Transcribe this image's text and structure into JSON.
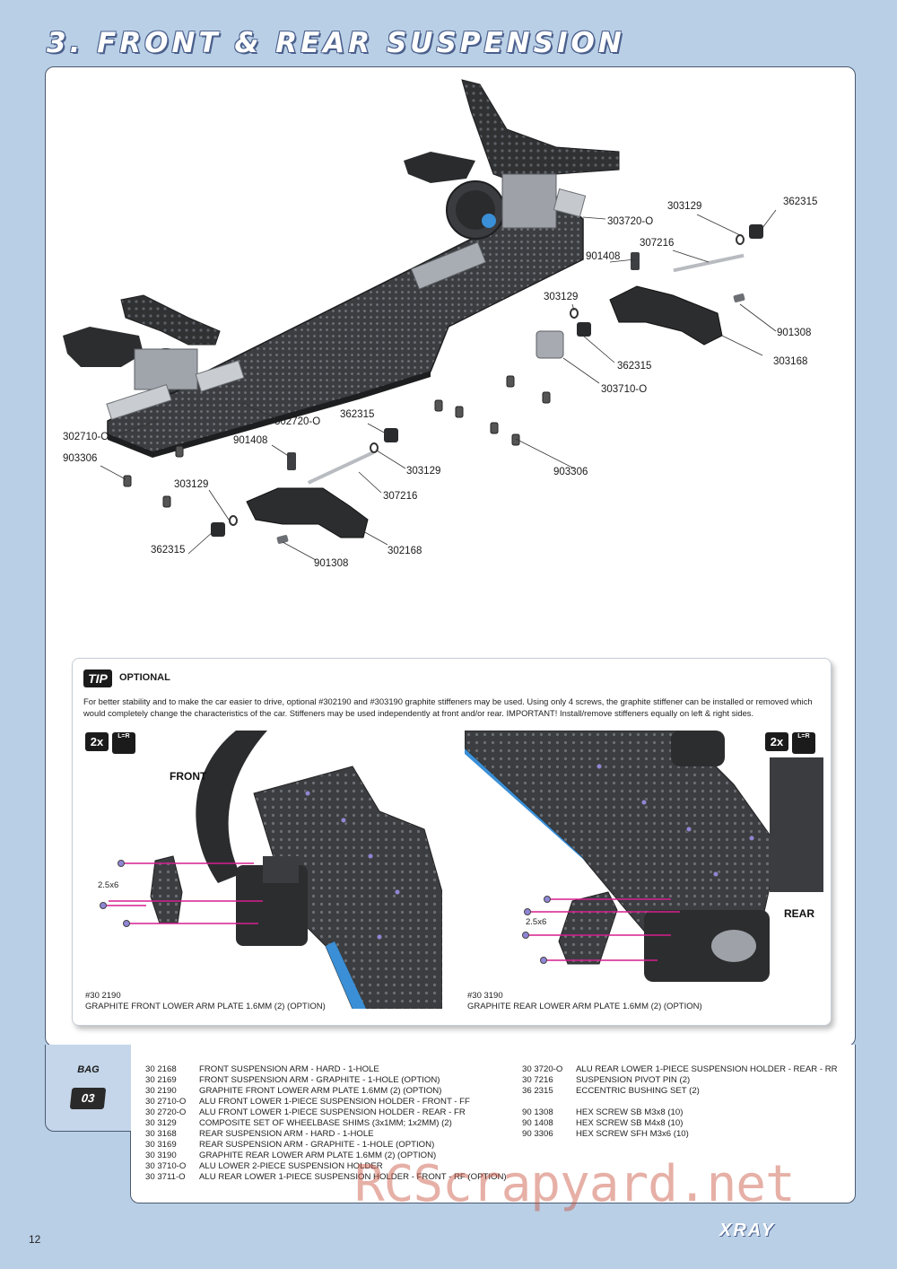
{
  "page": {
    "title": "3. FRONT & REAR SUSPENSION",
    "page_number": "12",
    "brand": "XRAY",
    "watermark": "RCScrapyard.net"
  },
  "diagram": {
    "callouts": [
      {
        "id": "c1",
        "label": "362315"
      },
      {
        "id": "c2",
        "label": "303129"
      },
      {
        "id": "c3",
        "label": "303720-O"
      },
      {
        "id": "c4",
        "label": "307216"
      },
      {
        "id": "c5",
        "label": "901408"
      },
      {
        "id": "c6",
        "label": "303129"
      },
      {
        "id": "c7",
        "label": "901308"
      },
      {
        "id": "c8",
        "label": "362315"
      },
      {
        "id": "c9",
        "label": "303168"
      },
      {
        "id": "c10",
        "label": "303710-O"
      },
      {
        "id": "c11",
        "label": "302720-O"
      },
      {
        "id": "c12",
        "label": "362315"
      },
      {
        "id": "c13",
        "label": "302710-O"
      },
      {
        "id": "c14",
        "label": "901408"
      },
      {
        "id": "c15",
        "label": "303129"
      },
      {
        "id": "c16",
        "label": "903306"
      },
      {
        "id": "c17",
        "label": "903306"
      },
      {
        "id": "c18",
        "label": "303129"
      },
      {
        "id": "c19",
        "label": "307216"
      },
      {
        "id": "c20",
        "label": "362315"
      },
      {
        "id": "c21",
        "label": "302168"
      },
      {
        "id": "c22",
        "label": "901308"
      }
    ]
  },
  "tip": {
    "badge": "TIP",
    "heading": "OPTIONAL",
    "text": "For better stability and to make the car easier to drive, optional #302190 and #303190 graphite stiffeners may be used. Using only 4 screws, the graphite stiffener  can be installed or removed which would completely change the characteristics of the car. Stiffeners may be used independently at front and/or rear.  IMPORTANT!   Install/remove stiffeners equally on left & right sides.",
    "left_photo": {
      "qty_badge": "2x",
      "lr_badge": "L=R",
      "direction_label": "FRONT",
      "screw_label": "2.5x6",
      "caption_code": "#30 2190",
      "caption_desc": "GRAPHITE FRONT LOWER ARM PLATE 1.6MM (2) (OPTION)"
    },
    "right_photo": {
      "qty_badge": "2x",
      "lr_badge": "L=R",
      "direction_label": "REAR",
      "screw_label": "2.5x6",
      "caption_code": "#30 3190",
      "caption_desc": "GRAPHITE REAR LOWER ARM PLATE 1.6MM (2) (OPTION)"
    }
  },
  "bag": {
    "label": "BAG",
    "number": "03"
  },
  "parts": {
    "left_column": [
      {
        "code": "30 2168",
        "desc": "FRONT SUSPENSION ARM - HARD - 1-HOLE"
      },
      {
        "code": "30 2169",
        "desc": "FRONT SUSPENSION ARM - GRAPHITE - 1-HOLE (OPTION)"
      },
      {
        "code": "30 2190",
        "desc": "GRAPHITE FRONT LOWER ARM PLATE 1.6MM (2) (OPTION)"
      },
      {
        "code": "30 2710-O",
        "desc": "ALU FRONT LOWER 1-PIECE SUSPENSION HOLDER - FRONT - FF"
      },
      {
        "code": "30 2720-O",
        "desc": "ALU FRONT LOWER 1-PIECE SUSPENSION HOLDER - REAR - FR"
      },
      {
        "code": "30 3129",
        "desc": "COMPOSITE SET OF WHEELBASE SHIMS (3x1MM; 1x2MM) (2)"
      },
      {
        "code": "30 3168",
        "desc": "REAR SUSPENSION ARM - HARD - 1-HOLE"
      },
      {
        "code": "30 3169",
        "desc": "REAR SUSPENSION ARM - GRAPHITE - 1-HOLE (OPTION)"
      },
      {
        "code": "30 3190",
        "desc": "GRAPHITE REAR LOWER ARM PLATE 1.6MM (2) (OPTION)"
      },
      {
        "code": "30 3710-O",
        "desc": "ALU LOWER 2-PIECE SUSPENSION HOLDER"
      },
      {
        "code": "30 3711-O",
        "desc": "ALU REAR LOWER 1-PIECE SUSPENSION HOLDER - FRONT - RF (OPTION)"
      }
    ],
    "right_column_a": [
      {
        "code": "30 3720-O",
        "desc": "ALU REAR LOWER 1-PIECE SUSPENSION HOLDER - REAR - RR"
      },
      {
        "code": "30 7216",
        "desc": "SUSPENSION PIVOT PIN (2)"
      },
      {
        "code": "36 2315",
        "desc": "ECCENTRIC BUSHING SET (2)"
      }
    ],
    "right_column_b": [
      {
        "code": "90 1308",
        "desc": "HEX SCREW SB M3x8  (10)"
      },
      {
        "code": "90 1408",
        "desc": "HEX SCREW SB M4x8  (10)"
      },
      {
        "code": "90 3306",
        "desc": "HEX SCREW SFH M3x6  (10)"
      }
    ]
  },
  "colors": {
    "page_background": "#b9cfe6",
    "panel_border": "#4a5a70",
    "accent_blue": "#3a8fd6",
    "pink_guide": "#d61f8f",
    "screw_purple": "#8f86d6"
  }
}
